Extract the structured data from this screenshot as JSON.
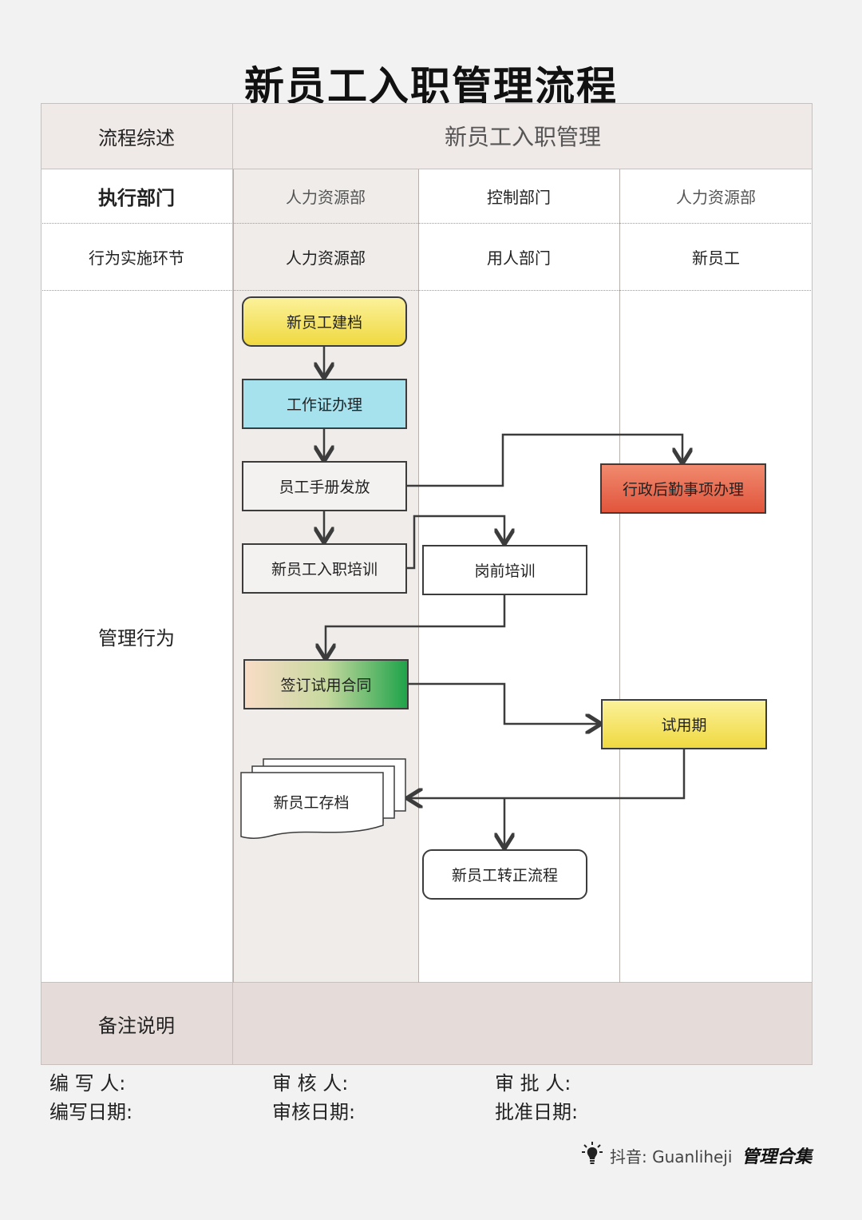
{
  "title": "新员工入职管理流程",
  "header": {
    "overview_label": "流程综述",
    "overview_value": "新员工入职管理"
  },
  "rows": {
    "exec_dept_label": "执行部门",
    "exec_depts": [
      "人力资源部",
      "控制部门",
      "人力资源部"
    ],
    "action_label": "行为实施环节",
    "actors": [
      "人力资源部",
      "用人部门",
      "新员工"
    ],
    "management_label": "管理行为",
    "notes_label": "备注说明"
  },
  "flow": {
    "create_file": "新员工建档",
    "id_card": "工作证办理",
    "handbook": "员工手册发放",
    "admin_logistics": "行政后勤事项办理",
    "orientation": "新员工入职培训",
    "pre_job_training": "岗前培训",
    "probation_contract": "签订试用合同",
    "probation": "试用期",
    "archive": "新员工存档",
    "regularization": "新员工转正流程"
  },
  "colors": {
    "yellow": "#f5e55f",
    "blue": "#a6e1ee",
    "red": "#e8664d",
    "green": "#1fa34a",
    "peach": "#f6d9c3",
    "line": "#3c3c3c"
  },
  "signatures": {
    "writer": "编  写  人:",
    "reviewer": "审  核  人:",
    "approver": "审  批  人:",
    "write_date": "编写日期:",
    "review_date": "审核日期:",
    "approve_date": "批准日期:"
  },
  "footer": {
    "platform": "抖音: Guanliheji",
    "brand": "管理合集",
    "icon": "lightbulb-icon"
  }
}
